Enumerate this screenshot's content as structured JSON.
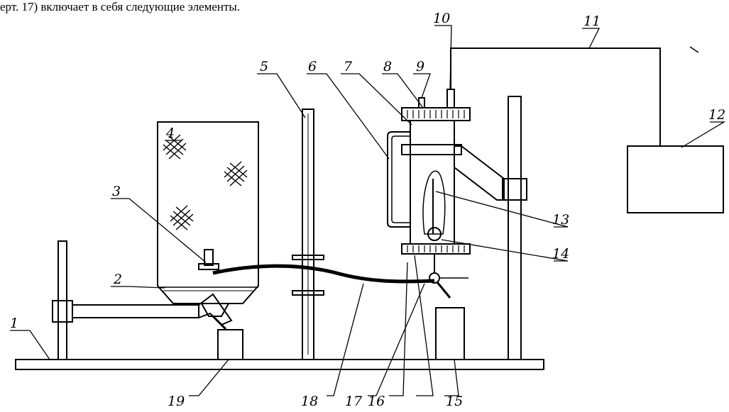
{
  "caption": "ерт. 17) включает в себя следующие элементы.",
  "callouts": {
    "c1": "1",
    "c2": "2",
    "c3": "3",
    "c4": "4",
    "c5": "5",
    "c6": "6",
    "c7": "7",
    "c8": "8",
    "c9": "9",
    "c10": "10",
    "c11": "11",
    "c12": "12",
    "c13": "13",
    "c14": "14",
    "c15": "15",
    "c16": "16",
    "c17": "17",
    "c18": "18",
    "c19": "19"
  },
  "colors": {
    "ink": "#000000",
    "paper": "#ffffff"
  }
}
